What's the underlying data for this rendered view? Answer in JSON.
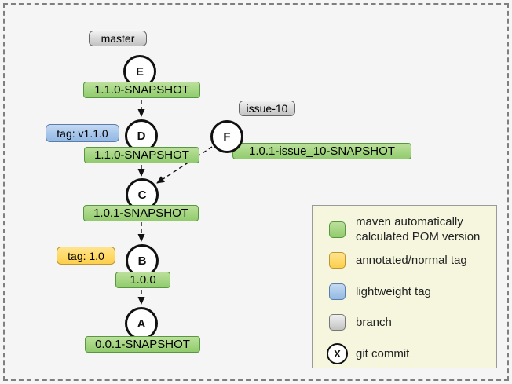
{
  "diagram": {
    "branches": {
      "master": "master",
      "issue10": "issue-10"
    },
    "commits": {
      "E": {
        "letter": "E",
        "version": "1.1.0-SNAPSHOT"
      },
      "D": {
        "letter": "D",
        "version": "1.1.0-SNAPSHOT"
      },
      "F": {
        "letter": "F",
        "version": "1.0.1-issue_10-SNAPSHOT"
      },
      "C": {
        "letter": "C",
        "version": "1.0.1-SNAPSHOT"
      },
      "B": {
        "letter": "B",
        "version": "1.0.0"
      },
      "A": {
        "letter": "A",
        "version": "0.0.1-SNAPSHOT"
      }
    },
    "tags": {
      "lightweight": "tag: v1.1.0",
      "annotated": "tag: 1.0"
    },
    "edges": [
      {
        "from": "E",
        "to": "D"
      },
      {
        "from": "D",
        "to": "C"
      },
      {
        "from": "F",
        "to": "C"
      },
      {
        "from": "C",
        "to": "B"
      },
      {
        "from": "B",
        "to": "A"
      }
    ]
  },
  "legend": {
    "items": [
      {
        "swatch": "green",
        "label": "maven automatically calculated POM version"
      },
      {
        "swatch": "orange",
        "label": "annotated/normal tag"
      },
      {
        "swatch": "blue",
        "label": "lightweight tag"
      },
      {
        "swatch": "gray",
        "label": "branch"
      },
      {
        "swatch": "commit-circle",
        "letter": "X",
        "label": "git commit"
      }
    ]
  },
  "colors": {
    "version_badge": "#a3d581",
    "version_border": "#56973f",
    "annotated_tag": "#ffd966",
    "lightweight_tag": "#a6c5ea",
    "branch_badge": "#d6d6d6",
    "legend_bg": "#f6f6de",
    "canvas_bg": "#f5f5f5",
    "edge": "#111111"
  }
}
